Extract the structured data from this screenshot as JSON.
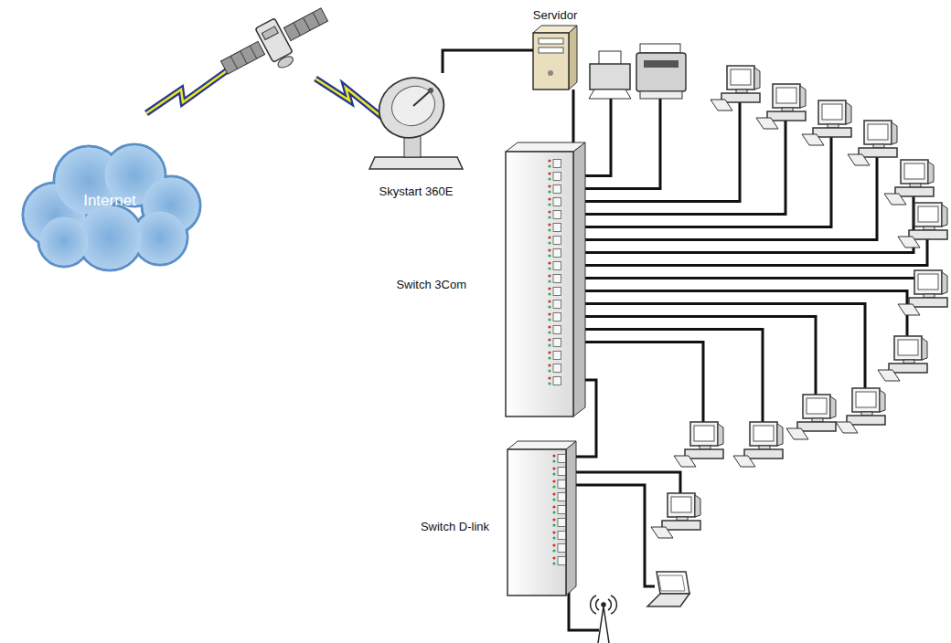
{
  "diagram": {
    "nodes": [
      {
        "text": [
          "Internet"
        ]
      },
      {
        "text": [
          "Servidor"
        ]
      },
      {
        "text": [
          "Skystart 360E"
        ]
      },
      {
        "text": [
          "Switch 3Com"
        ]
      },
      {
        "text": [
          "Switch D-link"
        ]
      }
    ],
    "edges": [
      {
        "from": 2,
        "to": 1,
        "arrow": "none"
      },
      {
        "from": 1,
        "to": 3,
        "arrow": "none"
      },
      {
        "from": 3,
        "to": 4,
        "arrow": "none"
      }
    ]
  }
}
